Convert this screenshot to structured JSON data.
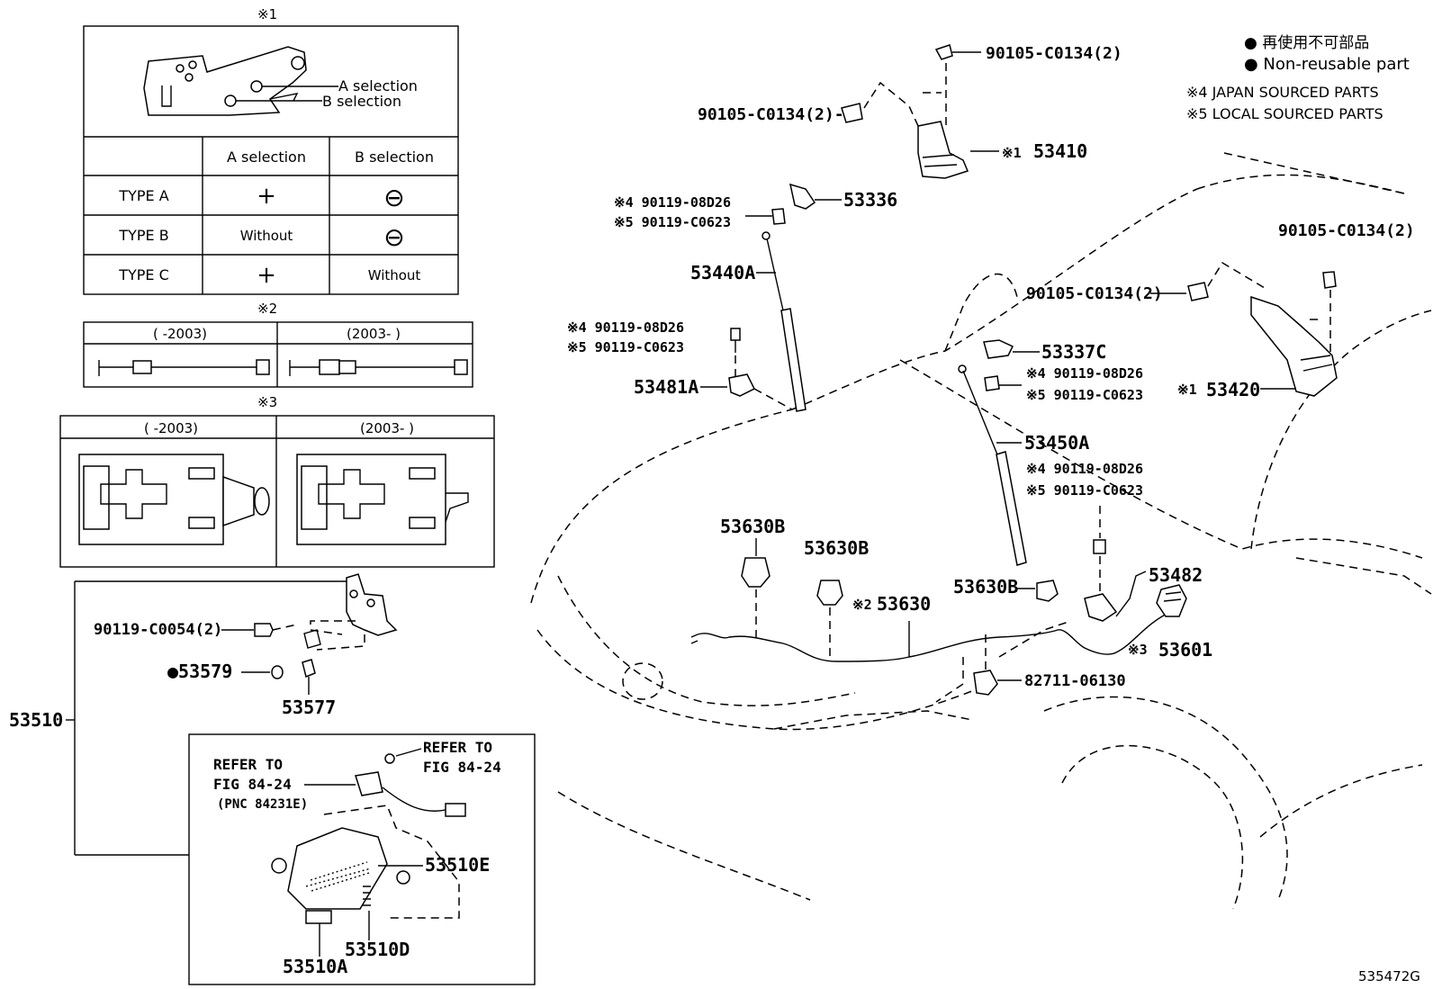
{
  "legend": {
    "nonreusable_jp": "● 再使用不可部品",
    "nonreusable_en": "● Non-reusable part",
    "japan_sourced": "※4 JAPAN SOURCED PARTS",
    "local_sourced": "※5 LOCAL SOURCED PARTS"
  },
  "figure_id": "535472G",
  "note1": {
    "mark": "※1",
    "a_label": "A selection",
    "b_label": "B selection",
    "headers": [
      "A selection",
      "B selection"
    ],
    "rows": [
      {
        "type": "TYPE A",
        "a": "+",
        "b": "⊖"
      },
      {
        "type": "TYPE B",
        "a": "Without",
        "b": "⊖"
      },
      {
        "type": "TYPE C",
        "a": "+",
        "b": "Without"
      }
    ]
  },
  "note2": {
    "mark": "※2",
    "left": "(      -2003)",
    "right": "(2003-      )"
  },
  "note3": {
    "mark": "※3",
    "left": "(      -2003)",
    "right": "(2003-      )"
  },
  "labels": {
    "bolt_top": "90105-C0134(2)",
    "bolt_left_hinge": "90105-C0134(2)-",
    "hinge_l_mark": "※1",
    "hinge_l": "53410",
    "stay_bracket_bolt4": "※4 90119-08D26",
    "stay_bracket_bolt5": "※5 90119-C0623",
    "stay_bracket": "53336",
    "stay_l": "53440A",
    "bolt_mid4": "※4 90119-08D26",
    "bolt_mid5": "※5 90119-C0623",
    "bracket_l": "53481A",
    "bolt_right_top": "90105-C0134(2)",
    "bolt_right_hinge": "90105-C0134(2)",
    "bracket_r": "53337C",
    "bolt_r4": "※4 90119-08D26",
    "bolt_r5": "※5 90119-C0623",
    "hinge_r_mark": "※1",
    "hinge_r": "53420",
    "stay_r": "53450A",
    "bolt_r2_4": "※4 90119-08D26",
    "bolt_r2_5": "※5 90119-C0623",
    "clamp1": "53630B",
    "clamp2": "53630B",
    "cable_mark": "※2",
    "cable": "53630",
    "clamp3": "53630B",
    "bracket_r2": "53482",
    "sw_mark": "※3",
    "sw": "53601",
    "clip": "82711-06130",
    "lock_bolt": "90119-C0054(2)",
    "plug": "●53579",
    "cushion": "53577",
    "lock_assy": "53510",
    "refer1a": "REFER TO",
    "refer1b": "FIG 84-24",
    "refer1c": "(PNC 84231E)",
    "refer2a": "REFER TO",
    "refer2b": "FIG 84-24",
    "lock_e": "53510E",
    "lock_d": "53510D",
    "lock_a": "53510A"
  }
}
